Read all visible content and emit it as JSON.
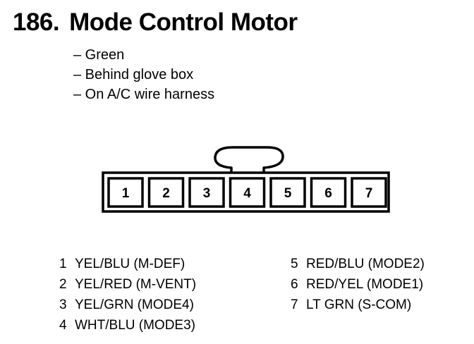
{
  "header": {
    "number": "186.",
    "title": "Mode Control Motor"
  },
  "details": [
    "– Green",
    "– Behind glove box",
    "– On A/C wire harness"
  ],
  "connector": {
    "cavities": [
      "1",
      "2",
      "3",
      "4",
      "5",
      "6",
      "7"
    ]
  },
  "pinout": {
    "left": [
      {
        "pin": "1",
        "wire": "YEL/BLU (M-DEF)"
      },
      {
        "pin": "2",
        "wire": "YEL/RED (M-VENT)"
      },
      {
        "pin": "3",
        "wire": "YEL/GRN (MODE4)"
      },
      {
        "pin": "4",
        "wire": "WHT/BLU (MODE3)"
      }
    ],
    "right": [
      {
        "pin": "5",
        "wire": "RED/BLU (MODE2)"
      },
      {
        "pin": "6",
        "wire": "RED/YEL (MODE1)"
      },
      {
        "pin": "7",
        "wire": "LT GRN (S-COM)"
      }
    ]
  }
}
